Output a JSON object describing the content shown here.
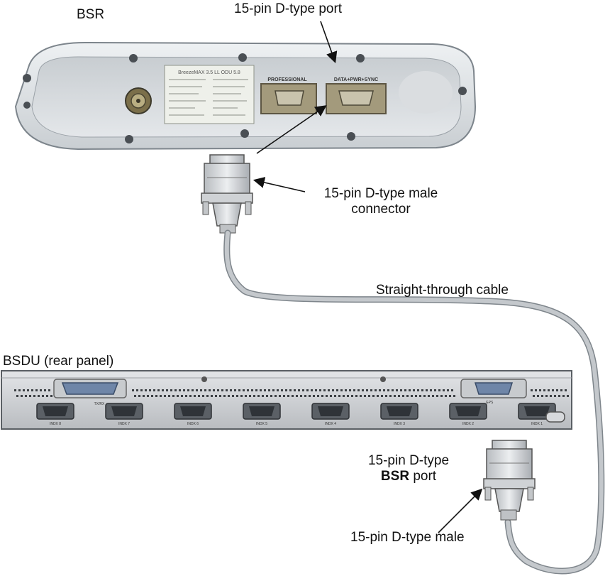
{
  "labels": {
    "bsr": "BSR",
    "port_top": "15-pin D-type port",
    "male_conn_line1": "15-pin D-type male",
    "male_conn_line2": "connector",
    "cable": "Straight-through cable",
    "bsdu": "BSDU (rear panel)",
    "bsr_port_line1": "15-pin D-type",
    "bsr_port_line2": "BSR",
    "bsr_port_line2_suffix": " port",
    "male_bottom": "15-pin D-type male"
  },
  "bsr_device": {
    "plate_professional": "PROFESSIONAL",
    "plate_data": "DATA+PWR+SYNC",
    "sticker_title": "BreezeMAX 3.5 LL ODU 5.8"
  },
  "bsdu_device": {
    "port_labels": [
      "INDX 8",
      "INDX 7",
      "INDX 6",
      "INDX 5",
      "INDX 4",
      "INDX 3",
      "INDX 2",
      "INDX 1"
    ],
    "left_port_label": "TX/RX",
    "right_port_label": "GPS"
  },
  "colors": {
    "bsr_body": "#dfe3e6",
    "bsdu_body": "#cfd2d6",
    "cable": "#bfc3c8",
    "connector": "#d9dcdf",
    "label_text": "#111111"
  }
}
